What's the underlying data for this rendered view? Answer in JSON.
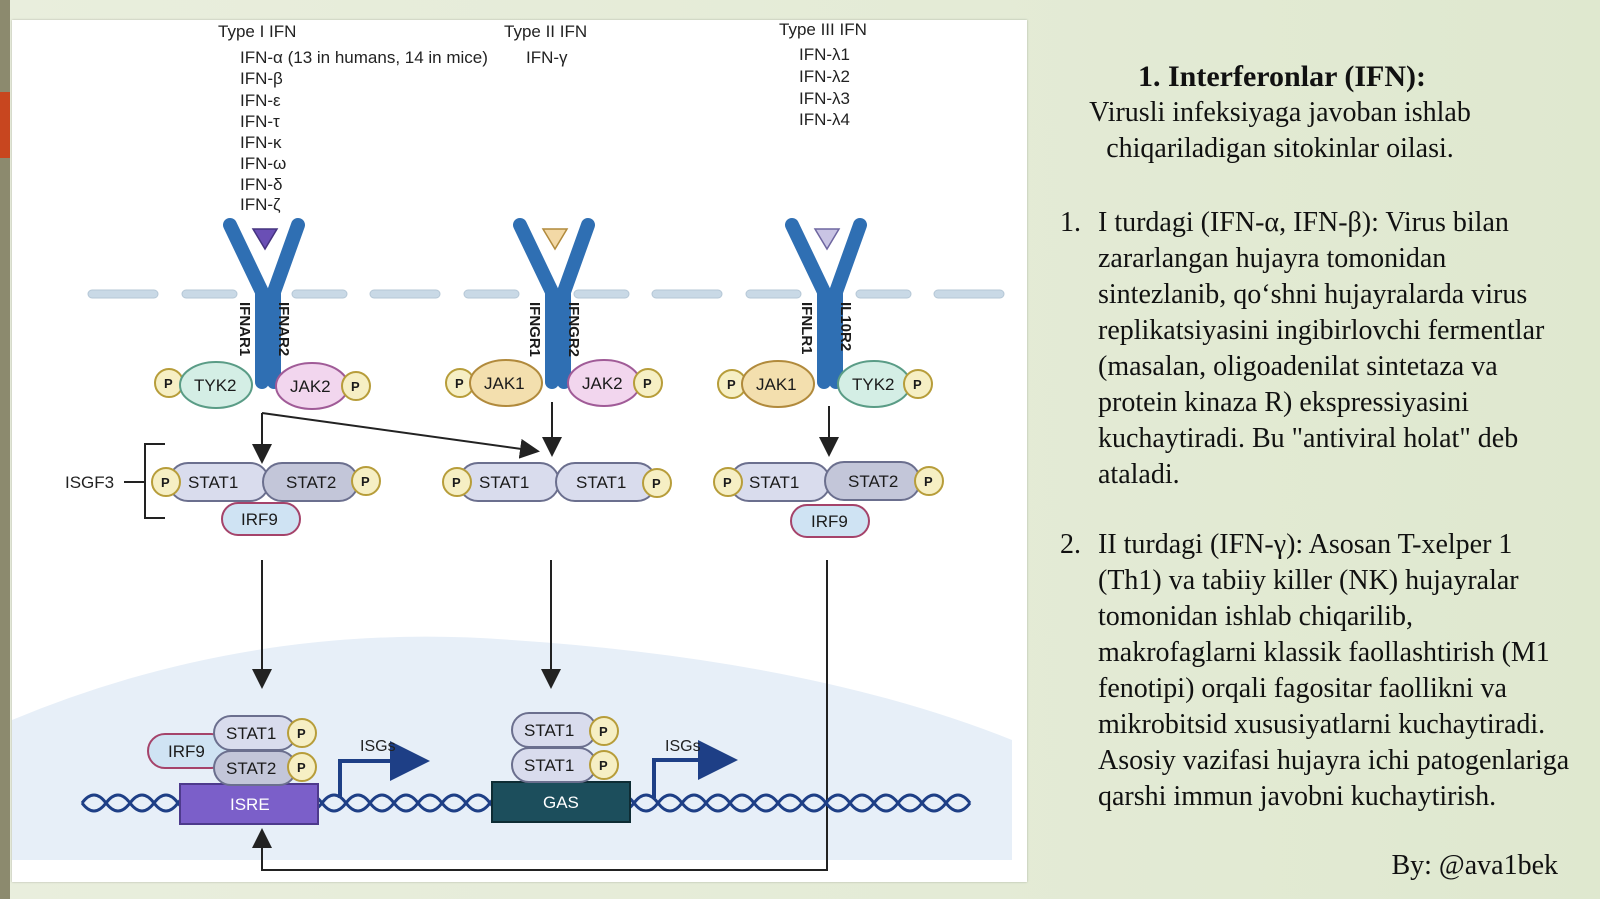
{
  "diagram": {
    "type_headers": [
      "Type I IFN",
      "Type II IFN",
      "Type III IFN"
    ],
    "type1_ligands": [
      "IFN-α (13 in humans, 14 in mice)",
      "IFN-β",
      "IFN-ε",
      "IFN-τ",
      "IFN-κ",
      "IFN-ω",
      "IFN-δ",
      "IFN-ζ"
    ],
    "type2_ligands": [
      "IFN-γ"
    ],
    "type3_ligands": [
      "IFN-λ1",
      "IFN-λ2",
      "IFN-λ3",
      "IFN-λ4"
    ],
    "receptors": {
      "type1": [
        "IFNAR1",
        "IFNAR2"
      ],
      "type2": [
        "IFNGR1",
        "IFNGR2"
      ],
      "type3": [
        "IFNLR1",
        "IL10R2"
      ]
    },
    "kinases": {
      "type1": [
        "TYK2",
        "JAK2"
      ],
      "type2": [
        "JAK1",
        "JAK2"
      ],
      "type3": [
        "JAK1",
        "TYK2"
      ]
    },
    "phospho": "P",
    "complex_label": "ISGF3",
    "stats": {
      "type1": [
        "STAT1",
        "STAT2",
        "IRF9"
      ],
      "type2": [
        "STAT1",
        "STAT1"
      ],
      "type3": [
        "STAT1",
        "STAT2",
        "IRF9"
      ]
    },
    "nucleus": {
      "left_stack": [
        "IRF9",
        "STAT1",
        "STAT2"
      ],
      "right_stack": [
        "STAT1",
        "STAT1"
      ],
      "elements": [
        "ISRE",
        "GAS"
      ],
      "isg_label": "ISGs"
    },
    "colors": {
      "receptor": "#2f6fb3",
      "membrane": "#c9d9e6",
      "tyk2": "#d4eee5",
      "jak2": "#f2d6ee",
      "jak1": "#f3dfae",
      "stat": "#d9dced",
      "stat_dark": "#c3c6d9",
      "irf9": "#cfe3f3",
      "phospho": "#f6efc4",
      "isre": "#7b5fc9",
      "gas": "#1c4e5c",
      "dna": "#1e3f86",
      "nucleus": "#e7eff8"
    }
  },
  "text": {
    "title": "1. Interferonlar (IFN):",
    "subtitle": "Virusli infeksiyaga javoban ishlab chiqariladigan sitokinlar oilasi.",
    "items": [
      {
        "num": "1.",
        "text": "I turdagi (IFN-α, IFN-β): Virus bilan zararlangan hujayra tomonidan sintezlanib, qo‘shni hujayralarda virus replikatsiyasini ingibirlovchi fermentlar (masalan, oligoadenilat sintetaza va protein kinaza R) ekspressiyasini kuchaytiradi. Bu \"antiviral holat\" deb ataladi."
      },
      {
        "num": "2.",
        "text": "II turdagi (IFN-γ): Asosan T-xelper 1 (Th1) va tabiiy killer (NK) hujayralar tomonidan ishlab chiqarilib, makrofaglarni klassik faollashtirish (M1 fenotipi) orqali fagositar faollikni va mikrobitsid xususiyatlarni kuchaytiradi. Asosiy vazifasi hujayra ichi patogenlariga qarshi immun javobni kuchaytirish."
      }
    ],
    "author": "By: @ava1bek"
  }
}
